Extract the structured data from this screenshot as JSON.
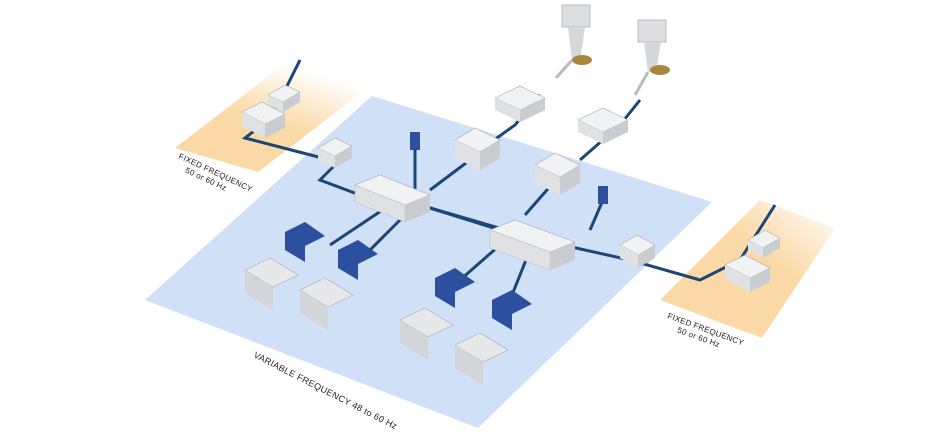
{
  "labels": {
    "fixed_left_line1": "FIXED FREQUENCY",
    "fixed_left_line2": "50 or 60 Hz",
    "fixed_right_line1": "FIXED FREQUENCY",
    "fixed_right_line2": "50 or 60 Hz",
    "variable": "VARIABLE FREQUENCY 48 to 60 Hz"
  },
  "colors": {
    "variable_zone": "#cfe0f7",
    "fixed_zone": "#fbd9a6",
    "cable": "#1b4675",
    "motor": "#2c4f9e",
    "equipment": "#e4e6e8"
  }
}
